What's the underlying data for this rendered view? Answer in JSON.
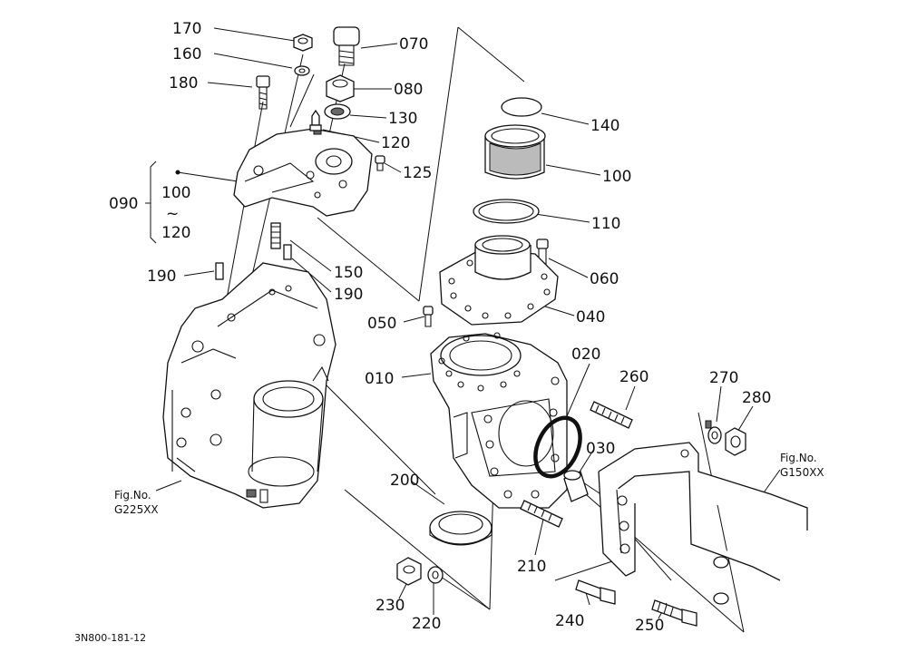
{
  "diagram": {
    "drawing_number": "3N800-181-12",
    "group_label": "090",
    "group_range": {
      "from": "100",
      "tilde": "~",
      "to": "120"
    },
    "part_labels": [
      {
        "id": "170",
        "text": "170"
      },
      {
        "id": "160",
        "text": "160"
      },
      {
        "id": "180",
        "text": "180"
      },
      {
        "id": "070",
        "text": "070"
      },
      {
        "id": "080",
        "text": "080"
      },
      {
        "id": "130",
        "text": "130"
      },
      {
        "id": "120",
        "text": "120"
      },
      {
        "id": "125",
        "text": "125"
      },
      {
        "id": "140",
        "text": "140"
      },
      {
        "id": "100",
        "text": "100"
      },
      {
        "id": "110",
        "text": "110"
      },
      {
        "id": "060",
        "text": "060"
      },
      {
        "id": "040",
        "text": "040"
      },
      {
        "id": "050",
        "text": "050"
      },
      {
        "id": "190a",
        "text": "190"
      },
      {
        "id": "150",
        "text": "150"
      },
      {
        "id": "190b",
        "text": "190"
      },
      {
        "id": "010",
        "text": "010"
      },
      {
        "id": "020",
        "text": "020"
      },
      {
        "id": "030",
        "text": "030"
      },
      {
        "id": "260",
        "text": "260"
      },
      {
        "id": "270",
        "text": "270"
      },
      {
        "id": "280",
        "text": "280"
      },
      {
        "id": "200",
        "text": "200"
      },
      {
        "id": "210",
        "text": "210"
      },
      {
        "id": "230",
        "text": "230"
      },
      {
        "id": "220",
        "text": "220"
      },
      {
        "id": "240",
        "text": "240"
      },
      {
        "id": "250",
        "text": "250"
      }
    ],
    "references": [
      {
        "id": "g225",
        "line1": "Fig.No.",
        "line2": "G225XX"
      },
      {
        "id": "g150",
        "line1": "Fig.No.",
        "line2": "G150XX"
      }
    ]
  }
}
